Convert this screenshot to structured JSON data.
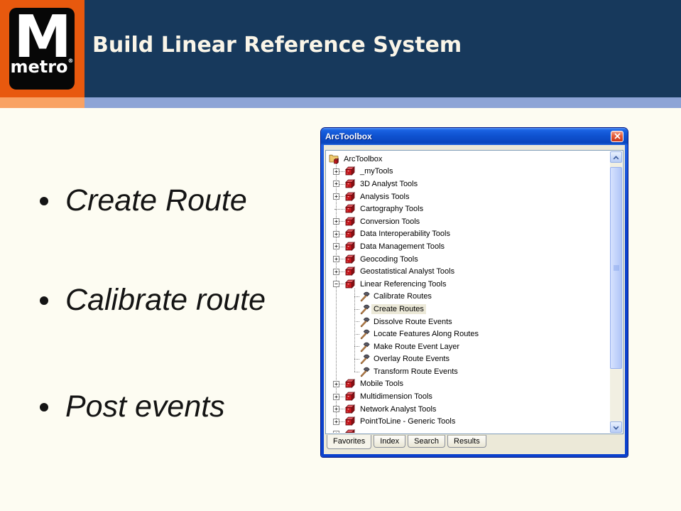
{
  "slide": {
    "title": "Build Linear Reference System",
    "bullets": [
      "Create Route",
      "Calibrate route",
      "Post events"
    ],
    "logo": {
      "m": "M",
      "metro": "metro",
      "reg": "®"
    }
  },
  "toolbox_window": {
    "title": "ArcToolbox",
    "root_label": "ArcToolbox",
    "tree": [
      {
        "label": "_myTools",
        "type": "toolbox",
        "expand": "+"
      },
      {
        "label": "3D Analyst Tools",
        "type": "toolbox",
        "expand": "+"
      },
      {
        "label": "Analysis Tools",
        "type": "toolbox",
        "expand": "+"
      },
      {
        "label": "Cartography Tools",
        "type": "toolbox",
        "expand": ""
      },
      {
        "label": "Conversion Tools",
        "type": "toolbox",
        "expand": "+"
      },
      {
        "label": "Data Interoperability Tools",
        "type": "toolbox",
        "expand": "+"
      },
      {
        "label": "Data Management Tools",
        "type": "toolbox",
        "expand": "+"
      },
      {
        "label": "Geocoding Tools",
        "type": "toolbox",
        "expand": "+"
      },
      {
        "label": "Geostatistical Analyst Tools",
        "type": "toolbox",
        "expand": "+"
      },
      {
        "label": "Linear Referencing Tools",
        "type": "toolbox",
        "expand": "-"
      },
      {
        "label": "Calibrate Routes",
        "type": "tool"
      },
      {
        "label": "Create Routes",
        "type": "tool",
        "selected": true
      },
      {
        "label": "Dissolve Route Events",
        "type": "tool"
      },
      {
        "label": "Locate Features Along Routes",
        "type": "tool"
      },
      {
        "label": "Make Route Event Layer",
        "type": "tool"
      },
      {
        "label": "Overlay Route Events",
        "type": "tool"
      },
      {
        "label": "Transform Route Events",
        "type": "tool"
      },
      {
        "label": "Mobile Tools",
        "type": "toolbox",
        "expand": "+"
      },
      {
        "label": "Multidimension Tools",
        "type": "toolbox",
        "expand": "+"
      },
      {
        "label": "Network Analyst Tools",
        "type": "toolbox",
        "expand": "+"
      },
      {
        "label": "PointToLine - Generic Tools",
        "type": "toolbox",
        "expand": "+"
      }
    ],
    "tabs": [
      {
        "label": "Favorites",
        "active": true
      },
      {
        "label": "Index",
        "active": false
      },
      {
        "label": "Search",
        "active": false
      },
      {
        "label": "Results",
        "active": false
      }
    ]
  },
  "colors": {
    "header_navy": "#17395C",
    "logo_orange": "#E8590E",
    "band_orange": "#F9A263",
    "band_blue": "#8DA4D6",
    "slide_bg": "#FDFCF2",
    "title_text": "#FAF5E8",
    "titlebar_blue": "#0F52D0",
    "close_red": "#D8472B",
    "toolbox_red": "#C4161C",
    "selection_bg": "#ECE9D8"
  }
}
